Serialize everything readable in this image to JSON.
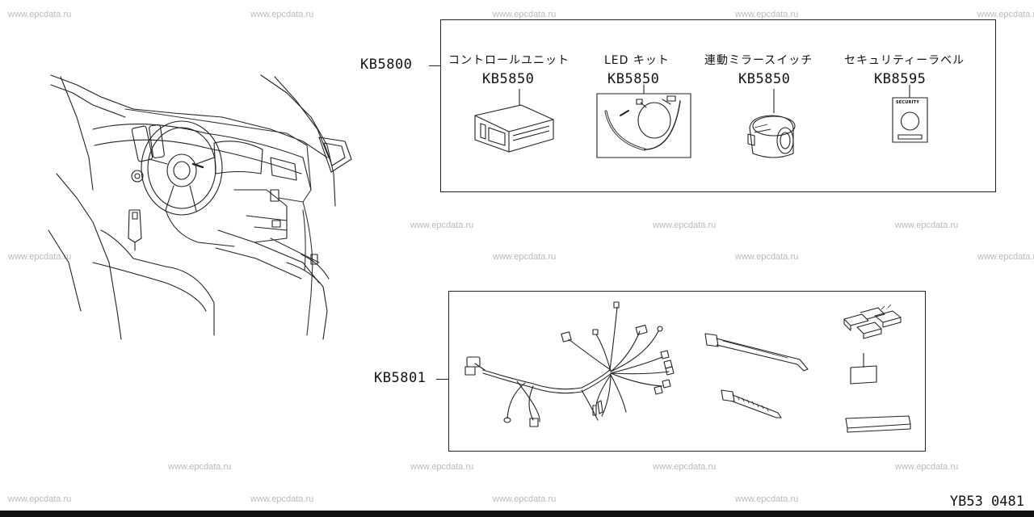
{
  "watermark_text": "www.epcdata.ru",
  "kit_main": {
    "code": "KB5800",
    "items": [
      {
        "name": "コントロールユニット",
        "code": "KB5850",
        "icon": "control-unit-box-icon"
      },
      {
        "name": "LED キット",
        "code": "KB5850",
        "icon": "led-strip-icon"
      },
      {
        "name": "連動ミラースイッチ",
        "code": "KB5850",
        "icon": "mirror-switch-icon"
      },
      {
        "name": "セキュリティーラベル",
        "code": "KB8595",
        "icon": "security-label-icon"
      }
    ],
    "label_text": "SECURITY"
  },
  "kit_harness": {
    "code": "KB5801"
  },
  "footer": {
    "ref": "YB53 0481"
  }
}
